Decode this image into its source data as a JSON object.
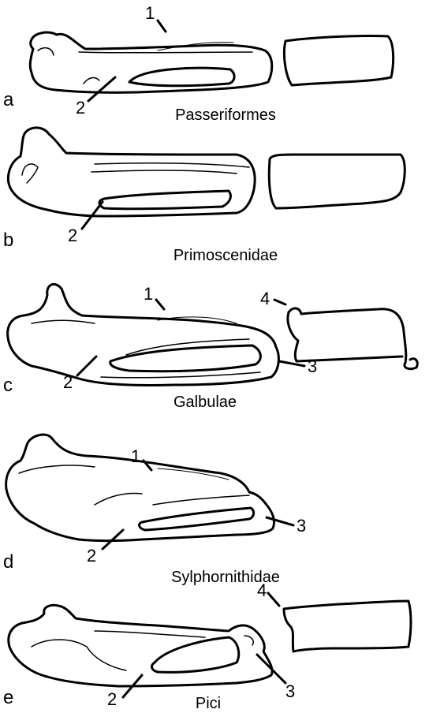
{
  "panels": [
    {
      "letter": "a",
      "taxon": "Passeriformes"
    },
    {
      "letter": "b",
      "taxon": "Primoscenidae"
    },
    {
      "letter": "c",
      "taxon": "Galbulae"
    },
    {
      "letter": "d",
      "taxon": "Sylphornithidae"
    },
    {
      "letter": "e",
      "taxon": "Pici"
    }
  ],
  "callouts": {
    "a": [
      "1",
      "2"
    ],
    "b": [
      "2"
    ],
    "c": [
      "1",
      "2",
      "3",
      "4"
    ],
    "d": [
      "1",
      "2",
      "3"
    ],
    "e": [
      "2",
      "3",
      "4"
    ]
  }
}
